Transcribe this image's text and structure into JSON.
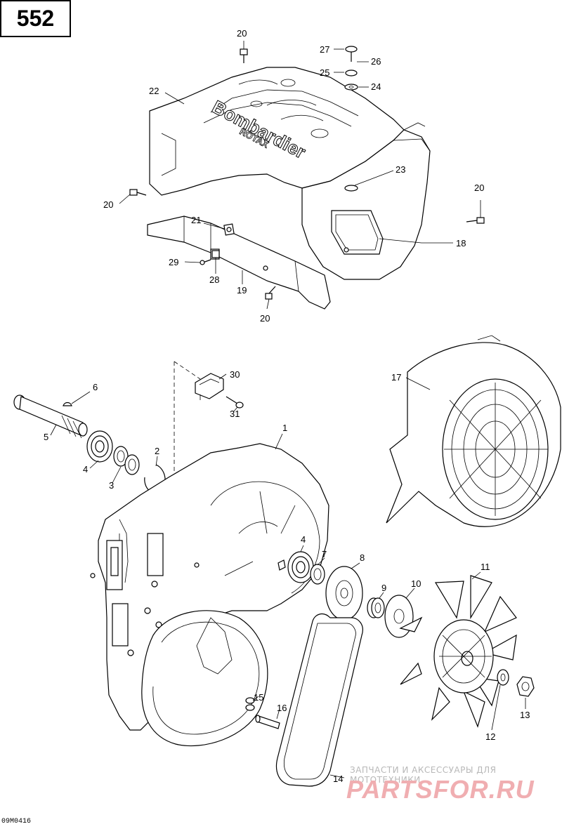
{
  "page_number": "552",
  "brand_text": "Bombardier",
  "brand_subtext": "ROTAX",
  "footer_code": "09M0416",
  "watermark": {
    "text": "ЗАПЧАСТИ И АКСЕССУАРЫ ДЛЯ МОТОТЕХНИКИ",
    "logo": "PARTSFOR.RU"
  },
  "callouts": [
    {
      "id": "c20a",
      "label": "20"
    },
    {
      "id": "c27",
      "label": "27"
    },
    {
      "id": "c26",
      "label": "26"
    },
    {
      "id": "c25",
      "label": "25"
    },
    {
      "id": "c24",
      "label": "24"
    },
    {
      "id": "c22",
      "label": "22"
    },
    {
      "id": "c23",
      "label": "23"
    },
    {
      "id": "c20b",
      "label": "20"
    },
    {
      "id": "c20c",
      "label": "20"
    },
    {
      "id": "c21",
      "label": "21"
    },
    {
      "id": "c18",
      "label": "18"
    },
    {
      "id": "c29",
      "label": "29"
    },
    {
      "id": "c28",
      "label": "28"
    },
    {
      "id": "c19",
      "label": "19"
    },
    {
      "id": "c20d",
      "label": "20"
    },
    {
      "id": "c30",
      "label": "30"
    },
    {
      "id": "c31",
      "label": "31"
    },
    {
      "id": "c6",
      "label": "6"
    },
    {
      "id": "c5",
      "label": "5"
    },
    {
      "id": "c4a",
      "label": "4"
    },
    {
      "id": "c3",
      "label": "3"
    },
    {
      "id": "c2",
      "label": "2"
    },
    {
      "id": "c1",
      "label": "1"
    },
    {
      "id": "c17",
      "label": "17"
    },
    {
      "id": "c4b",
      "label": "4"
    },
    {
      "id": "c7",
      "label": "7"
    },
    {
      "id": "c8",
      "label": "8"
    },
    {
      "id": "c9",
      "label": "9"
    },
    {
      "id": "c10",
      "label": "10"
    },
    {
      "id": "c11",
      "label": "11"
    },
    {
      "id": "c15",
      "label": "15"
    },
    {
      "id": "c16",
      "label": "16"
    },
    {
      "id": "c12",
      "label": "12"
    },
    {
      "id": "c13",
      "label": "13"
    },
    {
      "id": "c14",
      "label": "14"
    }
  ]
}
